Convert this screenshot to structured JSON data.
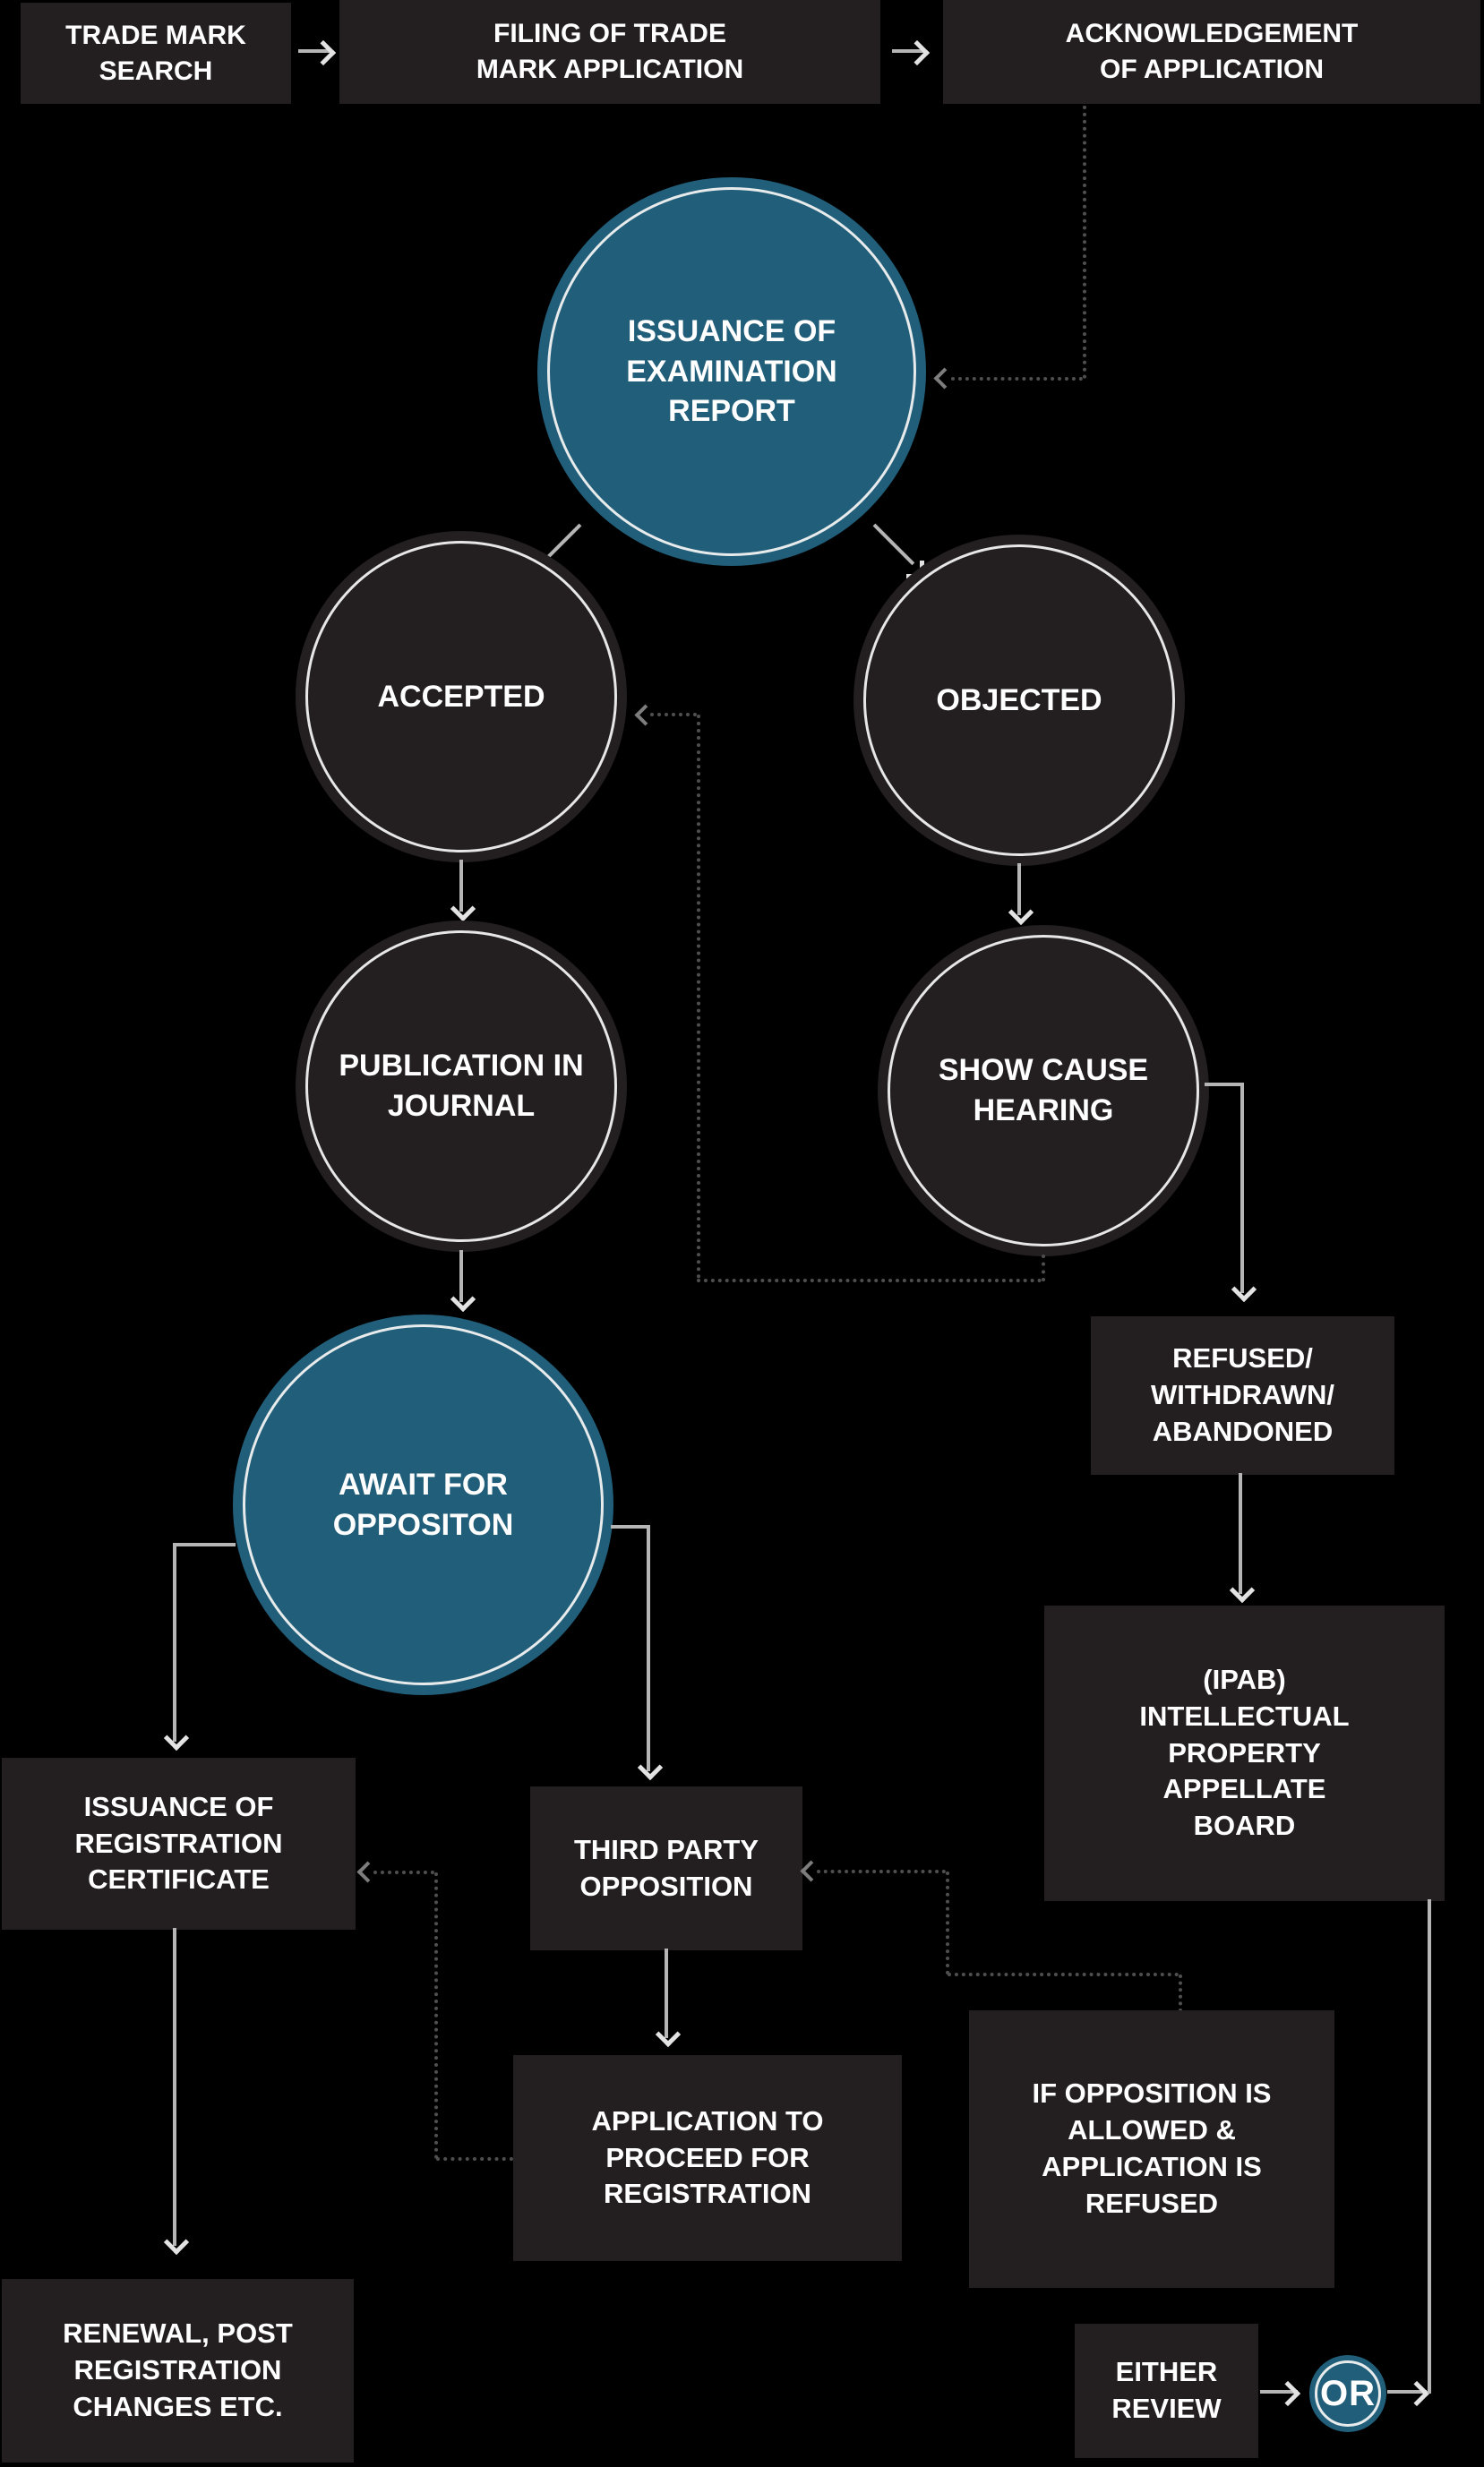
{
  "colors": {
    "background": "#000000",
    "box": "#231f20",
    "teal": "#215e79",
    "text": "#ffffff",
    "line": "#b5b5b5",
    "dotted_line": "#4f4f4f",
    "arrowhead": "#e3e3e3",
    "ring": "#f2f2f2"
  },
  "nodes": {
    "trade_mark_search": {
      "label": "TRADE MARK SEARCH"
    },
    "filing_application": {
      "label": "FILING OF TRADE\nMARK APPLICATION"
    },
    "acknowledgement": {
      "label": "ACKNOWLEDGEMENT\nOF APPLICATION"
    },
    "examination_report": {
      "label": "ISSUANCE OF\nEXAMINATION\nREPORT"
    },
    "accepted": {
      "label": "ACCEPTED"
    },
    "objected": {
      "label": "OBJECTED"
    },
    "publication_journal": {
      "label": "PUBLICATION IN\nJOURNAL"
    },
    "show_cause_hearing": {
      "label": "SHOW CAUSE\nHEARING"
    },
    "await_opposition": {
      "label": "AWAIT FOR\nOPPOSITON"
    },
    "refused": {
      "label": "REFUSED/\nWITHDRAWN/\nABANDONED"
    },
    "ipab": {
      "label": "(IPAB)\nINTELLECTUAL\nPROPERTY\nAPPELLATE\nBOARD"
    },
    "issuance_certificate": {
      "label": "ISSUANCE OF\nREGISTRATION\nCERTIFICATE"
    },
    "third_party_opposition": {
      "label": "THIRD PARTY\nOPPOSITION"
    },
    "application_proceed": {
      "label": "APPLICATION TO\nPROCEED FOR\nREGISTRATION"
    },
    "if_opposition": {
      "label": "IF OPPOSITION IS\nALLOWED &\nAPPLICATION IS\nREFUSED"
    },
    "renewal": {
      "label": "RENEWAL, POST\nREGISTRATION\nCHANGES ETC."
    },
    "either_review": {
      "label": "EITHER\nREVIEW"
    },
    "or_node": {
      "label": "OR"
    }
  }
}
